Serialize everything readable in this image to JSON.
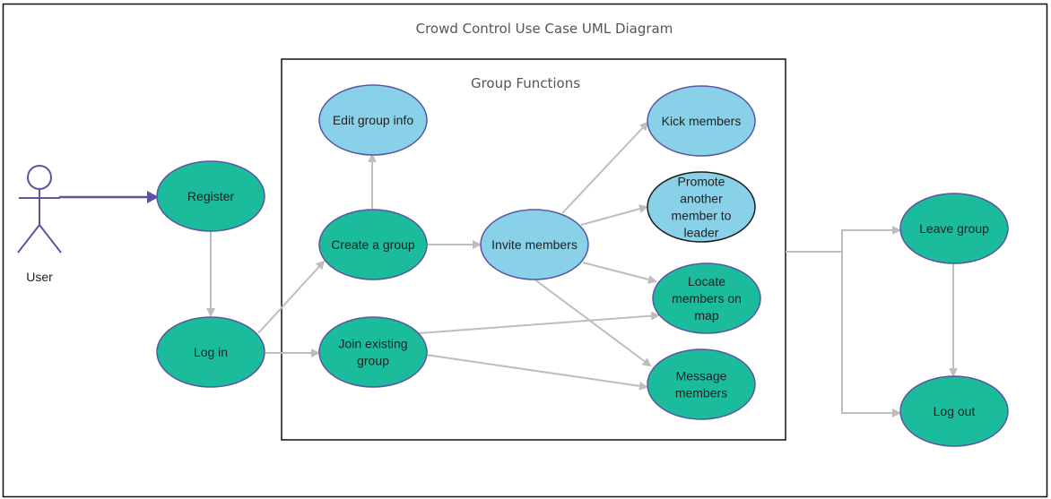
{
  "title": "Crowd Control Use Case UML Diagram",
  "boundary": {
    "label": "Group Functions"
  },
  "actor": {
    "label": "User"
  },
  "colors": {
    "primary_fill": "#1abc9c",
    "secondary_fill": "#89d1e8",
    "ellipse_stroke": "#5a55a3",
    "edge": "#bdbdbd",
    "actor": "#5b55a0"
  },
  "use_cases": {
    "register": [
      "Register"
    ],
    "login": [
      "Log in"
    ],
    "create_group": [
      "Create a group"
    ],
    "join_group": [
      "Join existing",
      "group"
    ],
    "edit_group": [
      "Edit group info"
    ],
    "invite": [
      "Invite members"
    ],
    "kick": [
      "Kick members"
    ],
    "promote": [
      "Promote",
      "another",
      "member to",
      "leader"
    ],
    "locate": [
      "Locate",
      "members on",
      "map"
    ],
    "message": [
      "Message",
      "members"
    ],
    "leave_group": [
      "Leave group"
    ],
    "logout": [
      "Log out"
    ]
  }
}
